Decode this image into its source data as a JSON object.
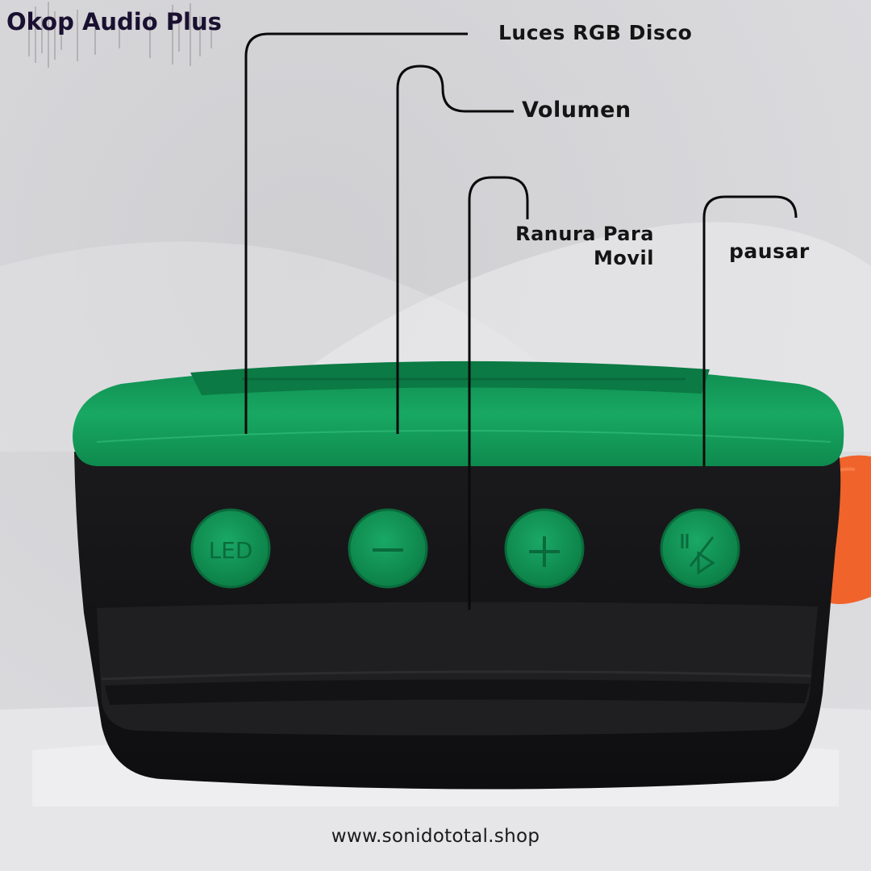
{
  "brand": "Okop Audio Plus",
  "callouts": {
    "luces": "Luces RGB Disco",
    "volumen": "Volumen",
    "ranura_line1": "Ranura Para",
    "ranura_line2": "Movil",
    "pausar": "pausar"
  },
  "buttons": [
    {
      "name": "led-button",
      "glyph": "LED"
    },
    {
      "name": "volume-down-button",
      "glyph": "minus-icon"
    },
    {
      "name": "volume-up-button",
      "glyph": "plus-icon"
    },
    {
      "name": "play-pause-button",
      "glyph": "play-pause-icon"
    }
  ],
  "website": "www.sonidototal.shop",
  "colors": {
    "speaker_green": "#13985a",
    "speaker_body": "#151517",
    "strap": "#f0632b",
    "background": "#d9d9dc"
  }
}
